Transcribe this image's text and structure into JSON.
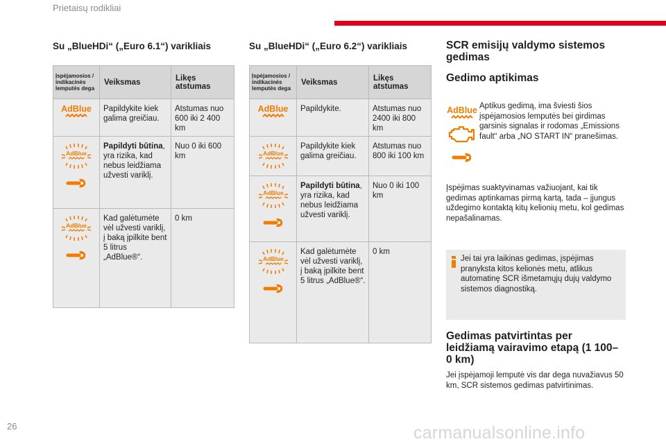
{
  "header": {
    "title": "Prietaisų rodikliai"
  },
  "page_number": "26",
  "watermark": "carmanualsonline.info",
  "colors": {
    "accent_red": "#e2001a",
    "adblue_orange": "#f07d00",
    "table_bg": "#eaeaea",
    "table_header_bg": "#d6d6d6"
  },
  "icons": {
    "adblue_solid": "adblue-warning-icon",
    "adblue_blink": "adblue-flashing-icon",
    "wrench": "service-wrench-icon",
    "engine": "engine-warning-icon",
    "info": "info-icon"
  },
  "left_table": {
    "title": "Su „BlueHDi“ („Euro 6.1“) varikliais",
    "headers": {
      "indicator": "Įspėjamosios / indikacinės lemputės dega",
      "action": "Veiksmas",
      "distance": "Likęs atstumas"
    },
    "rows": [
      {
        "action": "Papildykite kiek galima greičiau.",
        "distance": "Atstumas nuo 600 iki 2 400 km"
      },
      {
        "action_bold": "Papildyti būtina",
        "action_rest": ", yra rizika, kad nebus leidžiama užvesti variklį.",
        "distance": "Nuo 0 iki 600 km"
      },
      {
        "action": "Kad galėtumėte vėl užvesti variklį, į baką įpilkite bent 5 litrus „AdBlue®“.",
        "distance": "0 km"
      }
    ]
  },
  "right_table": {
    "title": "Su „BlueHDi“ („Euro 6.2“) varikliais",
    "headers": {
      "indicator": "Įspėjamosios / indikacinės lemputės dega",
      "action": "Veiksmas",
      "distance": "Likęs atstumas"
    },
    "rows": [
      {
        "action": "Papildykite.",
        "distance": "Atstumas nuo 2400 iki 800 km"
      },
      {
        "action": "Papildykite kiek galima greičiau.",
        "distance": "Atstumas nuo 800 iki 100 km"
      },
      {
        "action_bold": "Papildyti būtina",
        "action_rest": ", yra rizika, kad nebus leidžiama užvesti variklį.",
        "distance": "Nuo 0 iki 100 km"
      },
      {
        "action": "Kad galėtumėte vėl užvesti variklį, į baką įpilkite bent 5 litrus „AdBlue®“.",
        "distance": "0 km"
      }
    ]
  },
  "scr": {
    "title": "SCR emisijų valdymo sistemos gedimas",
    "detection_title": "Gedimo aptikimas",
    "detection_text": "Aptikus gedimą, ima šviesti šios įspėjamosios lemputės bei girdimas garsinis signalas ir rodomas „Emissions fault“ arba „NO START IN“ pranešimas.",
    "activation_text": "Įspėjimas suaktyvinamas važiuojant, kai tik gedimas aptinkamas pirmą kartą, tada – įjungus uždegimo kontaktą kitų kelionių metu, kol gedimas nepašalinamas.",
    "info_text": "Jei tai yra laikinas gedimas, įspėjimas pranyksta kitos kelionės metu, atlikus automatinę SCR išmetamųjų dujų valdymo sistemos diagnostiką.",
    "confirmed_title": "Gedimas patvirtintas per leidžiamą vairavimo etapą (1 100–0 km)",
    "confirmed_text": "Jei įspėjamoji lemputė vis dar dega nuvažiavus 50 km, SCR sistemos gedimas patvirtinimas."
  }
}
